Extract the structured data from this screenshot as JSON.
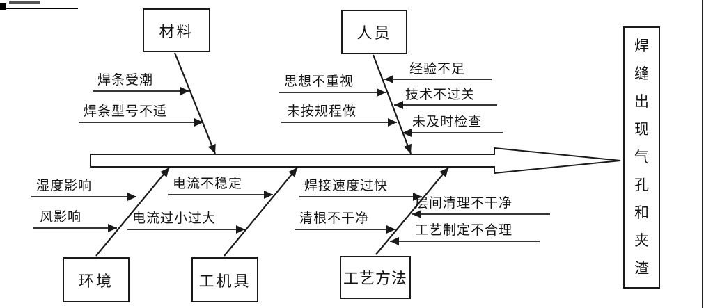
{
  "diagram": {
    "effect": "焊缝出现气孔和夹渣",
    "boxes": {
      "material": "材料",
      "personnel": "人员",
      "environment": "环境",
      "tools": "工机具",
      "method": "工艺方法"
    },
    "causes": {
      "material": [
        "焊条受潮",
        "焊条型号不适"
      ],
      "personnel_left": [
        "思想不重视",
        "未按规程做"
      ],
      "personnel_right": [
        "经验不足",
        "技术不过关",
        "未及时检查"
      ],
      "environment": [
        "湿度影响",
        "风影响"
      ],
      "tools": [
        "电流不稳定",
        "电流过小过大"
      ],
      "method_left": [
        "焊接速度过快",
        "清根不干净"
      ],
      "method_right": [
        "层间清理不干净",
        "工艺制定不合理"
      ]
    }
  }
}
